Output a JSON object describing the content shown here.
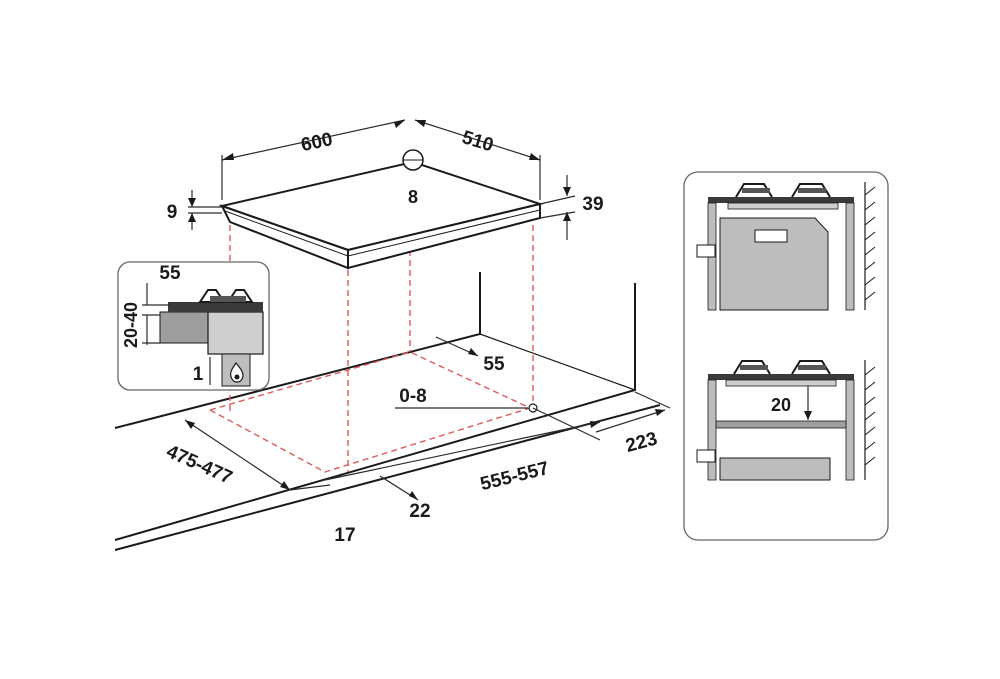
{
  "colors": {
    "line": "#1a1a1a",
    "dashed_cut": "#e05a5a",
    "hob_fill": "#ffffff",
    "appliance_grey": "#bdbdbd",
    "dark_plate": "#3a3a3a"
  },
  "main_view": {
    "hob_width": "600",
    "hob_depth": "510",
    "gas_inlet": "8",
    "rim_thickness": "9",
    "hob_height": "39",
    "back_clearance": "55",
    "edge_offset": "0-8",
    "cutout_depth": "475-477",
    "cutout_width": "555-557",
    "side_clearance": "223",
    "front_distance": "22",
    "front_offset": "17"
  },
  "inset_left": {
    "top_gap": "55",
    "height_range": "20-40",
    "min_gap": "1",
    "gas_icon": "gas-flame-icon"
  },
  "inset_right": {
    "shelf_gap": "20"
  }
}
